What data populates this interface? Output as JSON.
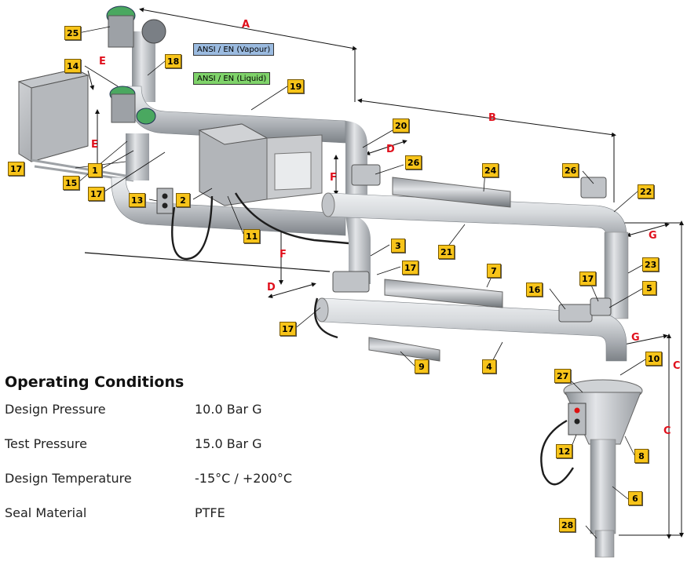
{
  "flanges": {
    "vapour": "ANSI / EN (Vapour)",
    "liquid": "ANSI / EN (Liquid)"
  },
  "dimension_labels": [
    "A",
    "B",
    "C",
    "C",
    "D",
    "D",
    "E",
    "E",
    "F",
    "F",
    "G",
    "G"
  ],
  "callouts": [
    "25",
    "14",
    "18",
    "19",
    "17",
    "15",
    "1",
    "17",
    "13",
    "2",
    "11",
    "20",
    "26",
    "24",
    "26",
    "22",
    "3",
    "21",
    "17",
    "7",
    "16",
    "17",
    "5",
    "23",
    "17",
    "9",
    "4",
    "10",
    "27",
    "12",
    "8",
    "6",
    "28"
  ],
  "operating_conditions": {
    "title": "Operating Conditions",
    "rows": [
      {
        "label": "Design Pressure",
        "value": "10.0 Bar G"
      },
      {
        "label": "Test Pressure",
        "value": "15.0 Bar G"
      },
      {
        "label": "Design Temperature",
        "value": "-15°C / +200°C"
      },
      {
        "label": "Seal Material",
        "value": "PTFE"
      }
    ]
  },
  "colors": {
    "callout_fill": "#f7c41a",
    "dimension_text": "#e0101c",
    "vapour_tag": "#9bbbe0",
    "liquid_tag": "#7fd36a",
    "pipe": "#c9cdd2",
    "motor_green": "#4aa860"
  }
}
